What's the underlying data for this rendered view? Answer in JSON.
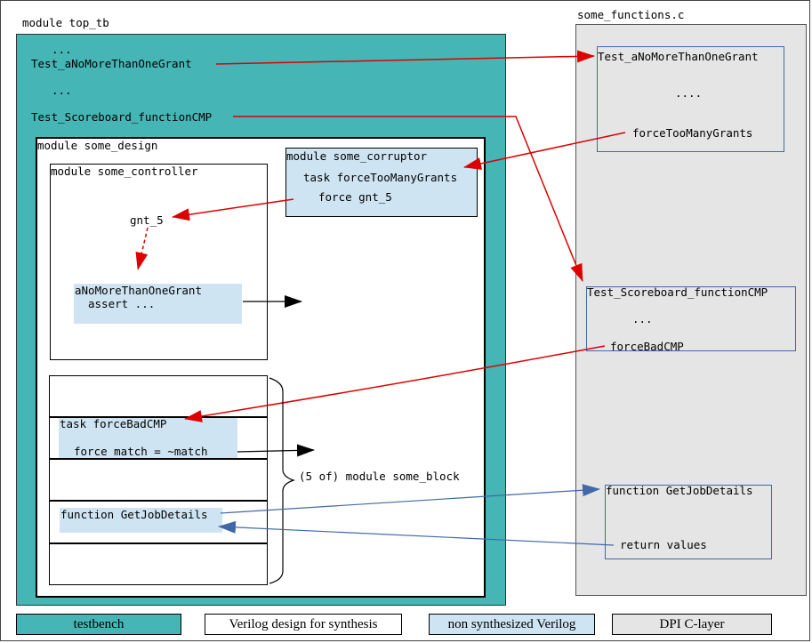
{
  "top_tb": {
    "title": "module top_tb",
    "dots_1": "...",
    "test_grant": "Test_aNoMoreThanOneGrant",
    "dots_2": "...",
    "test_scoreboard": "Test_Scoreboard_functionCMP"
  },
  "some_design": {
    "title": "module some_design",
    "controller": {
      "title": "module some_controller",
      "gnt": "gnt_5",
      "assert_name": "aNoMoreThanOneGrant",
      "assert_text": "assert ..."
    },
    "corruptor": {
      "title": "module some_corruptor",
      "task": "task forceTooManyGrants",
      "force": "force gnt_5"
    },
    "blocks": {
      "task": "task forceBadCMP",
      "force": "force match = ~match",
      "function": "function GetJobDetails",
      "label": "(5 of) module some_block"
    }
  },
  "c_layer": {
    "title": "some_functions.c",
    "grant_box": {
      "title": "Test_aNoMoreThanOneGrant",
      "dots": "....",
      "call": "forceTooManyGrants"
    },
    "scoreboard_box": {
      "title": "Test_Scoreboard_functionCMP",
      "dots": "...",
      "call": "forceBadCMP"
    },
    "job_box": {
      "title": "function GetJobDetails",
      "ret": "return values"
    }
  },
  "legend": {
    "testbench": "testbench",
    "synthesis": "Verilog design for synthesis",
    "non_synth": "non synthesized Verilog",
    "dpi": "DPI C-layer"
  },
  "colors": {
    "testbench": "#45b5b5",
    "non_synth": "#cfe4f2",
    "c_layer": "#e5e5e5",
    "red_arrow": "#dd0000",
    "blue_arrow": "#4169a8"
  }
}
